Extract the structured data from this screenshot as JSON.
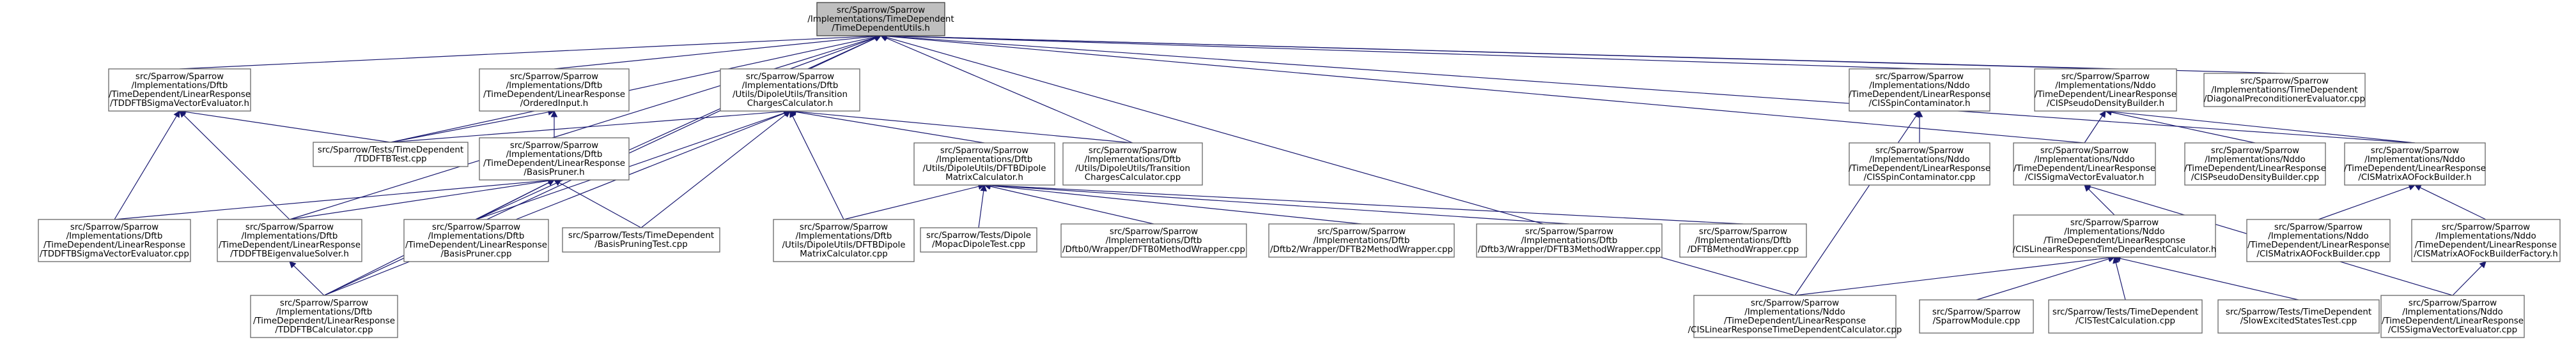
{
  "graph": {
    "root": {
      "id": "root",
      "lines": [
        "src/Sparrow/Sparrow",
        "/Implementations/TimeDependent",
        "/TimeDependentUtils.h"
      ]
    },
    "nodes": [
      {
        "id": "n_tddftsigma",
        "lines": [
          "src/Sparrow/Sparrow",
          "/Implementations/Dftb",
          "/TimeDependent/LinearResponse",
          "/TDDFTBSigmaVectorEvaluator.h"
        ]
      },
      {
        "id": "n_ordered",
        "lines": [
          "src/Sparrow/Sparrow",
          "/Implementations/Dftb",
          "/TimeDependent/LinearResponse",
          "/OrderedInput.h"
        ]
      },
      {
        "id": "n_transition_h",
        "lines": [
          "src/Sparrow/Sparrow",
          "/Implementations/Dftb",
          "/Utils/DipoleUtils/Transition",
          "ChargesCalculator.h"
        ]
      },
      {
        "id": "n_cisspin_h",
        "lines": [
          "src/Sparrow/Sparrow",
          "/Implementations/Nddo",
          "/TimeDependent/LinearResponse",
          "/CISSpinContaminator.h"
        ]
      },
      {
        "id": "n_cispseudo_h",
        "lines": [
          "src/Sparrow/Sparrow",
          "/Implementations/Nddo",
          "/TimeDependent/LinearResponse",
          "/CISPseudoDensityBuilder.h"
        ]
      },
      {
        "id": "n_diagprecond",
        "lines": [
          "src/Sparrow/Sparrow",
          "/Implementations/TimeDependent",
          "/DiagonalPreconditionerEvaluator.cpp"
        ]
      },
      {
        "id": "n_tddftbtest",
        "lines": [
          "src/Sparrow/Tests/TimeDependent",
          "/TDDFTBTest.cpp"
        ]
      },
      {
        "id": "n_pruner_h",
        "lines": [
          "src/Sparrow/Sparrow",
          "/Implementations/Dftb",
          "/TimeDependent/LinearResponse",
          "/BasisPruner.h"
        ]
      },
      {
        "id": "n_dftbdipole_h",
        "lines": [
          "src/Sparrow/Sparrow",
          "/Implementations/Dftb",
          "/Utils/DipoleUtils/DFTBDipole",
          "MatrixCalculator.h"
        ]
      },
      {
        "id": "n_transition_cpp",
        "lines": [
          "src/Sparrow/Sparrow",
          "/Implementations/Dftb",
          "/Utils/DipoleUtils/Transition",
          "ChargesCalculator.cpp"
        ]
      },
      {
        "id": "n_cisspin_cpp",
        "lines": [
          "src/Sparrow/Sparrow",
          "/Implementations/Nddo",
          "/TimeDependent/LinearResponse",
          "/CISSpinContaminator.cpp"
        ]
      },
      {
        "id": "n_cissigma_h",
        "lines": [
          "src/Sparrow/Sparrow",
          "/Implementations/Nddo",
          "/TimeDependent/LinearResponse",
          "/CISSigmaVectorEvaluator.h"
        ]
      },
      {
        "id": "n_cispseudo_cpp",
        "lines": [
          "src/Sparrow/Sparrow",
          "/Implementations/Nddo",
          "/TimeDependent/LinearResponse",
          "/CISPseudoDensityBuilder.cpp"
        ]
      },
      {
        "id": "n_cismatrix_h",
        "lines": [
          "src/Sparrow/Sparrow",
          "/Implementations/Nddo",
          "/TimeDependent/LinearResponse",
          "/CISMatrixAOFockBuilder.h"
        ]
      },
      {
        "id": "n_tddftsigma_cpp",
        "lines": [
          "src/Sparrow/Sparrow",
          "/Implementations/Dftb",
          "/TimeDependent/LinearResponse",
          "/TDDFTBSigmaVectorEvaluator.cpp"
        ]
      },
      {
        "id": "n_eigen_h",
        "lines": [
          "src/Sparrow/Sparrow",
          "/Implementations/Dftb",
          "/TimeDependent/LinearResponse",
          "/TDDFTBEigenvalueSolver.h"
        ]
      },
      {
        "id": "n_pruner_cpp",
        "lines": [
          "src/Sparrow/Sparrow",
          "/Implementations/Dftb",
          "/TimeDependent/LinearResponse",
          "/BasisPruner.cpp"
        ]
      },
      {
        "id": "n_pruningtest",
        "lines": [
          "src/Sparrow/Tests/TimeDependent",
          "/BasisPruningTest.cpp"
        ]
      },
      {
        "id": "n_dftbdipole_cpp",
        "lines": [
          "src/Sparrow/Sparrow",
          "/Implementations/Dftb",
          "/Utils/DipoleUtils/DFTBDipole",
          "MatrixCalculator.cpp"
        ]
      },
      {
        "id": "n_mopacdipole",
        "lines": [
          "src/Sparrow/Tests/Dipole",
          "/MopacDipoleTest.cpp"
        ]
      },
      {
        "id": "n_dftb0wrap",
        "lines": [
          "src/Sparrow/Sparrow",
          "/Implementations/Dftb",
          "/Dftb0/Wrapper/DFTB0MethodWrapper.cpp"
        ]
      },
      {
        "id": "n_dftb2wrap",
        "lines": [
          "src/Sparrow/Sparrow",
          "/Implementations/Dftb",
          "/Dftb2/Wrapper/DFTB2MethodWrapper.cpp"
        ]
      },
      {
        "id": "n_dftb3wrap",
        "lines": [
          "src/Sparrow/Sparrow",
          "/Implementations/Dftb",
          "/Dftb3/Wrapper/DFTB3MethodWrapper.cpp"
        ]
      },
      {
        "id": "n_dftbmethodwrap",
        "lines": [
          "src/Sparrow/Sparrow",
          "/Implementations/Dftb",
          "/DFTBMethodWrapper.cpp"
        ]
      },
      {
        "id": "n_cislinear_h",
        "lines": [
          "src/Sparrow/Sparrow",
          "/Implementations/Nddo",
          "/TimeDependent/LinearResponse",
          "/CISLinearResponseTimeDependentCalculator.h"
        ]
      },
      {
        "id": "n_cismatrix_cpp",
        "lines": [
          "src/Sparrow/Sparrow",
          "/Implementations/Nddo",
          "/TimeDependent/LinearResponse",
          "/CISMatrixAOFockBuilder.cpp"
        ]
      },
      {
        "id": "n_cismatrixfactory_h",
        "lines": [
          "src/Sparrow/Sparrow",
          "/Implementations/Nddo",
          "/TimeDependent/LinearResponse",
          "/CISMatrixAOFockBuilderFactory.h"
        ]
      },
      {
        "id": "n_tddftbcalc",
        "lines": [
          "src/Sparrow/Sparrow",
          "/Implementations/Dftb",
          "/TimeDependent/LinearResponse",
          "/TDDFTBCalculator.cpp"
        ]
      },
      {
        "id": "n_cislinear_cpp",
        "lines": [
          "src/Sparrow/Sparrow",
          "/Implementations/Nddo",
          "/TimeDependent/LinearResponse",
          "/CISLinearResponseTimeDependentCalculator.cpp"
        ]
      },
      {
        "id": "n_sparrowmodule",
        "lines": [
          "src/Sparrow/Sparrow",
          "/SparrowModule.cpp"
        ]
      },
      {
        "id": "n_cistestcalc",
        "lines": [
          "src/Sparrow/Tests/TimeDependent",
          "/CISTestCalculation.cpp"
        ]
      },
      {
        "id": "n_slowexcited",
        "lines": [
          "src/Sparrow/Tests/TimeDependent",
          "/SlowExcitedStatesTest.cpp"
        ]
      },
      {
        "id": "n_cissigma_cpp",
        "lines": [
          "src/Sparrow/Sparrow",
          "/Implementations/Nddo",
          "/TimeDependent/LinearResponse",
          "/CISSigmaVectorEvaluator.cpp"
        ]
      }
    ],
    "edges": [
      [
        "n_tddftsigma",
        "root"
      ],
      [
        "n_ordered",
        "root"
      ],
      [
        "n_transition_h",
        "root"
      ],
      [
        "n_tddftbtest",
        "root"
      ],
      [
        "n_eigen_h",
        "root"
      ],
      [
        "n_pruner_cpp",
        "root"
      ],
      [
        "n_tddftbcalc",
        "root"
      ],
      [
        "n_transition_cpp",
        "root"
      ],
      [
        "n_cisspin_h",
        "root"
      ],
      [
        "n_cispseudo_h",
        "root"
      ],
      [
        "n_diagprecond",
        "root"
      ],
      [
        "n_cissigma_h",
        "root"
      ],
      [
        "n_cislinear_cpp",
        "root"
      ],
      [
        "n_cismatrix_h",
        "root"
      ],
      [
        "n_tddftsigma",
        "n_tddftbtest"
      ],
      [
        "n_tddftsigma",
        "n_tddftsigma_cpp"
      ],
      [
        "n_tddftsigma",
        "n_eigen_h"
      ],
      [
        "n_ordered",
        "n_tddftbtest"
      ],
      [
        "n_ordered",
        "n_pruner_h"
      ],
      [
        "n_transition_h",
        "n_tddftbtest"
      ],
      [
        "n_transition_h",
        "n_dftbdipole_h"
      ],
      [
        "n_transition_h",
        "n_transition_cpp"
      ],
      [
        "n_transition_h",
        "n_pruner_cpp"
      ],
      [
        "n_transition_h",
        "n_pruningtest"
      ],
      [
        "n_transition_h",
        "n_dftbdipole_cpp"
      ],
      [
        "n_transition_h",
        "n_tddftbcalc"
      ],
      [
        "n_pruner_h",
        "n_tddftsigma_cpp"
      ],
      [
        "n_pruner_h",
        "n_eigen_h"
      ],
      [
        "n_pruner_h",
        "n_pruner_cpp"
      ],
      [
        "n_pruner_h",
        "n_pruningtest"
      ],
      [
        "n_pruner_h",
        "n_tddftbcalc"
      ],
      [
        "n_dftbdipole_h",
        "n_dftbdipole_cpp"
      ],
      [
        "n_dftbdipole_h",
        "n_mopacdipole"
      ],
      [
        "n_dftbdipole_h",
        "n_dftb0wrap"
      ],
      [
        "n_dftbdipole_h",
        "n_dftb2wrap"
      ],
      [
        "n_dftbdipole_h",
        "n_dftb3wrap"
      ],
      [
        "n_dftbdipole_h",
        "n_dftbmethodwrap"
      ],
      [
        "n_eigen_h",
        "n_tddftbcalc"
      ],
      [
        "n_cisspin_h",
        "n_cisspin_cpp"
      ],
      [
        "n_cisspin_h",
        "n_cislinear_cpp"
      ],
      [
        "n_cispseudo_h",
        "n_cissigma_h"
      ],
      [
        "n_cispseudo_h",
        "n_cispseudo_cpp"
      ],
      [
        "n_cispseudo_h",
        "n_cismatrix_h"
      ],
      [
        "n_cissigma_h",
        "n_cislinear_h"
      ],
      [
        "n_cissigma_h",
        "n_cissigma_cpp"
      ],
      [
        "n_cismatrix_h",
        "n_cismatrix_cpp"
      ],
      [
        "n_cismatrix_h",
        "n_cismatrixfactory_h"
      ],
      [
        "n_cismatrixfactory_h",
        "n_cissigma_cpp"
      ],
      [
        "n_cislinear_h",
        "n_cislinear_cpp"
      ],
      [
        "n_cislinear_h",
        "n_sparrowmodule"
      ],
      [
        "n_cislinear_h",
        "n_cistestcalc"
      ],
      [
        "n_cislinear_h",
        "n_slowexcited"
      ]
    ]
  }
}
